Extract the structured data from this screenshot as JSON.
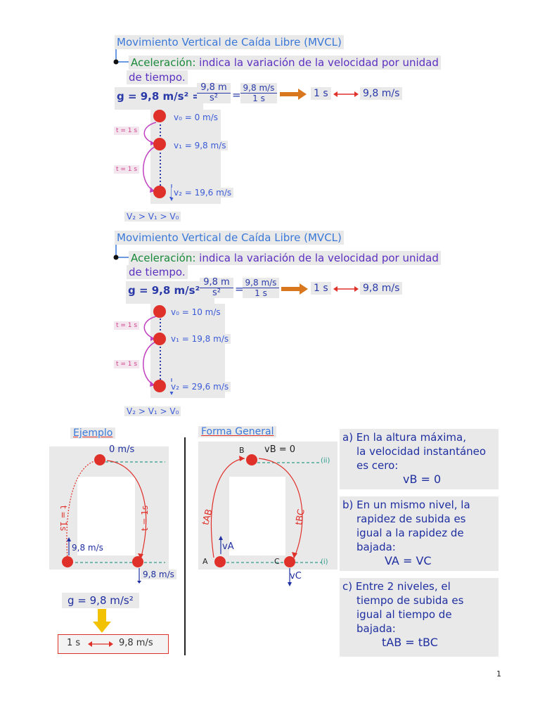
{
  "section1": {
    "title": "Movimiento Vertical de Caída Libre (MVCL)",
    "accel_term": "Aceleración:",
    "accel_def_1": " indica la variación de la velocidad por unidad",
    "accel_def_2": "de tiempo.",
    "g_eq_left": "g = 9,8 m/s² =",
    "g_frac1_num": "9,8 m",
    "g_frac1_den": "s²",
    "g_frac2_num": "9,8 m/s",
    "g_frac2_den": "1 s",
    "one_s": "1 s",
    "nine_eight": "9,8 m/s",
    "v0": "v₀ = 0 m/s",
    "v1": "v₁ = 9,8 m/s",
    "v2": "v₂ = 19,6 m/s",
    "t1": "t = 1 s",
    "t2": "t = 1 s",
    "ineq": "V₂ > V₁ > V₀"
  },
  "section2": {
    "title": "Movimiento Vertical de Caída Libre (MVCL)",
    "accel_term": "Aceleración:",
    "accel_def_1": " indica la variación de la velocidad por unidad",
    "accel_def_2": "de tiempo.",
    "g_eq_left": "g = 9,8 m/s² =",
    "g_frac1_num": "9,8 m",
    "g_frac1_den": "s²",
    "g_frac2_num": "9,8 m/s",
    "g_frac2_den": "1 s",
    "one_s": "1 s",
    "nine_eight": "9,8 m/s",
    "v0": "v₀ = 10 m/s",
    "v1": "v₁ = 19,8 m/s",
    "v2": "v₂ = 29,6 m/s",
    "t1": "t = 1 s",
    "t2": "t = 1 s",
    "ineq": "V₂ > V₁ > V₀"
  },
  "example": {
    "heading": "Ejemplo",
    "top_speed": "0 m/s",
    "t_left": "t = 1s",
    "t_right": "t = 1s",
    "v_up": "9,8 m/s",
    "v_down": "9,8 m/s",
    "g_eq": "g = 9,8 m/s²",
    "box": "1 s",
    "box_right": "9,8 m/s"
  },
  "general": {
    "heading": "Forma General",
    "B": "B",
    "vB": "vB = 0",
    "level_ii": "(ii)",
    "level_i": "(i)",
    "tAB": "tAB",
    "tBC": "tBC",
    "vA": "vA",
    "vC": "vC",
    "A": "A",
    "C": "C"
  },
  "notes": {
    "a_1": "a) En la altura máxima,",
    "a_2": "la velocidad instantáneo",
    "a_3": "es cero:",
    "a_eq": "vB = 0",
    "b_1": "b) En un mismo nivel, la",
    "b_2": "rapidez de subida es",
    "b_3": "igual a la rapidez de",
    "b_4": "bajada:",
    "b_eq": "VA = VC",
    "c_1": "c) Entre 2 niveles, el",
    "c_2": "tiempo de subida es",
    "c_3": "igual al tiempo de",
    "c_4": "bajada:",
    "c_eq": "tAB = tBC"
  },
  "page_number": "1",
  "colors": {
    "title_blue": "#3a78d8",
    "def_violet": "#5b2fc0",
    "accel_green": "#1a8a3a",
    "apple_red": "#e0302a",
    "arrow_orange": "#d9771f",
    "time_magenta": "#d0408a",
    "highlight_gray": "#e9e9ea",
    "note_blue": "#1f2fa0"
  }
}
